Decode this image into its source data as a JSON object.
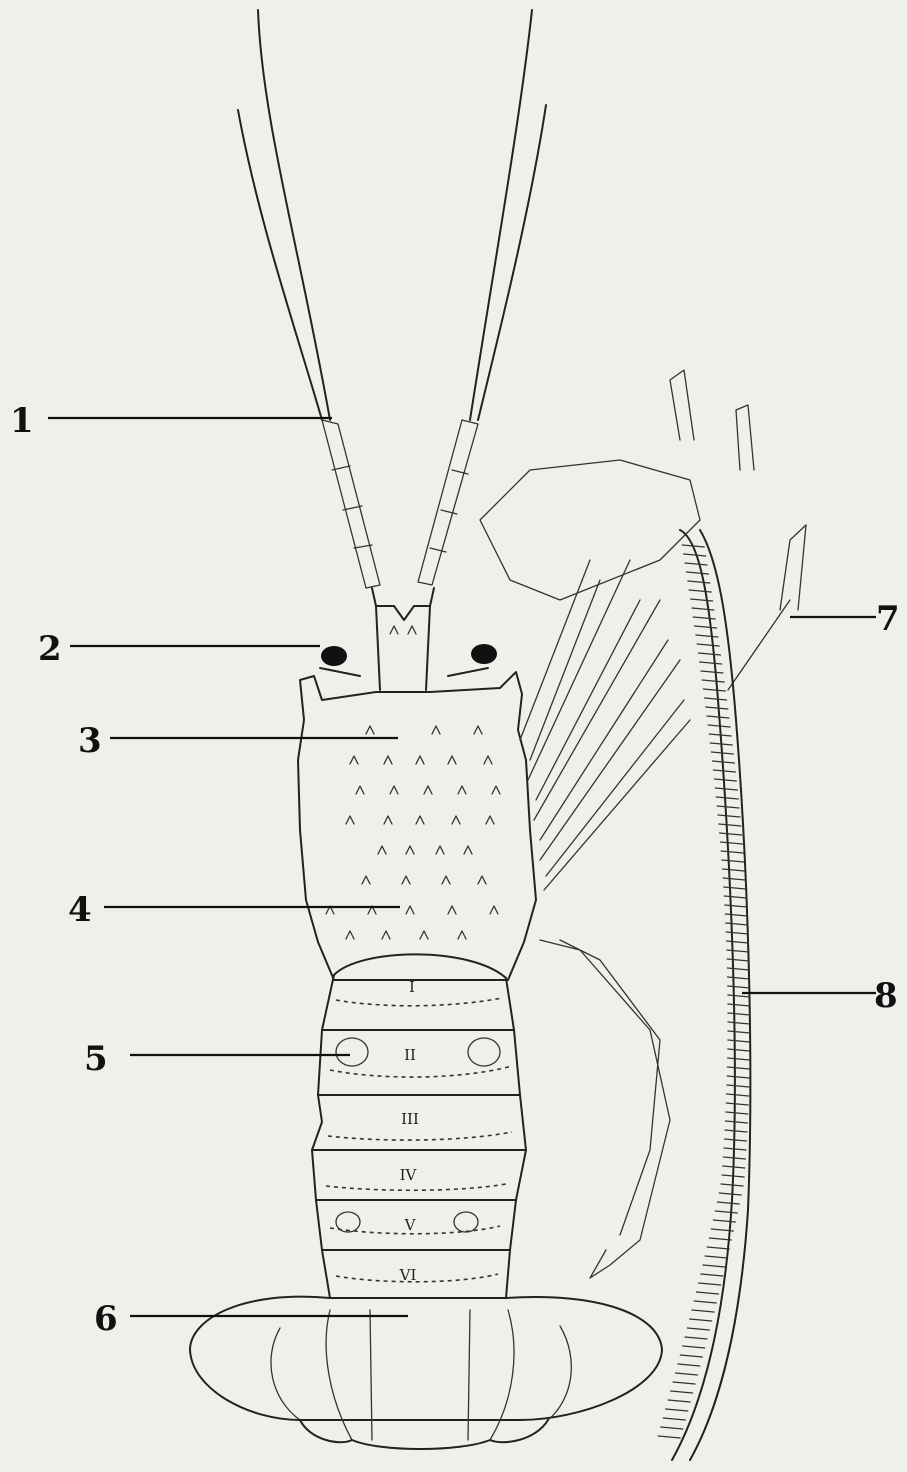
{
  "labels": [
    {
      "id": "1",
      "text": "1"
    },
    {
      "id": "2",
      "text": "2"
    },
    {
      "id": "3",
      "text": "3"
    },
    {
      "id": "4",
      "text": "4"
    },
    {
      "id": "5",
      "text": "5"
    },
    {
      "id": "6",
      "text": "6"
    },
    {
      "id": "7",
      "text": "7"
    },
    {
      "id": "8",
      "text": "8"
    }
  ],
  "segment_numerals": [
    "I",
    "II",
    "III",
    "IV",
    "V",
    "VI"
  ],
  "colors": {
    "ink": "#222222",
    "paper": "#f1efea"
  }
}
